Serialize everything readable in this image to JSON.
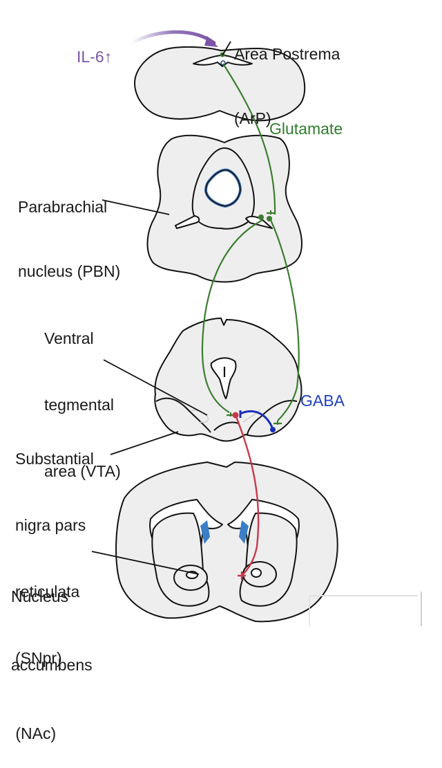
{
  "title": "IL-6 signaling pathway from Area Postrema to Nucleus accumbens",
  "labels": {
    "area_postrema": [
      "Area Postrema",
      "(ArP)"
    ],
    "il6": "IL-6↑",
    "glutamate": "Glutamate",
    "pbn": [
      "Parabrachial",
      "nucleus (PBN)"
    ],
    "vta": [
      "Ventral",
      "tegmental",
      "area (VTA)"
    ],
    "gaba": "GABA",
    "snpr": [
      "Substantial",
      "nigra pars",
      "reticulata",
      "(SNpr)"
    ],
    "nac": [
      "Nucleus",
      "accumbens",
      " (NAc)"
    ]
  },
  "colors": {
    "glutamate": "#3a7d2e",
    "gaba": "#1a2fb8",
    "dopamine_path": "#c8384a",
    "il6_arrow": "#7a55a8",
    "ventricle": "#3a7fc8",
    "tissue": "#eeeeee"
  },
  "pathways": [
    {
      "name": "glutamate",
      "from": "ArP",
      "to": "PBN"
    },
    {
      "name": "glutamate",
      "from": "PBN",
      "to": "VTA"
    },
    {
      "name": "gaba",
      "from": "VTA",
      "to": "SNpr"
    },
    {
      "name": "projection",
      "from": "VTA",
      "to": "NAc"
    }
  ]
}
